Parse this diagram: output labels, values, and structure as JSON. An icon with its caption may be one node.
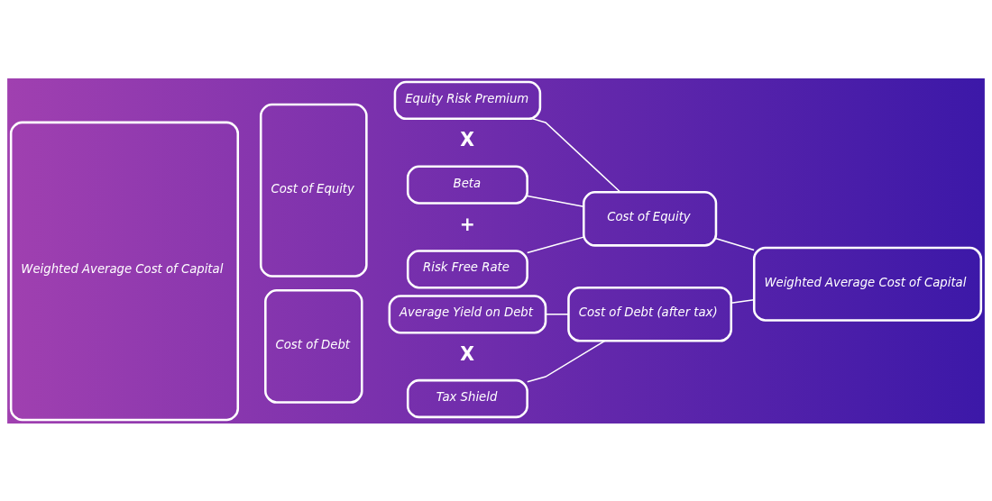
{
  "diagram": {
    "nodes": [
      {
        "text": [
          "Weighted Average Cost of Capital"
        ]
      },
      {
        "text": [
          "Cost of Equity"
        ]
      },
      {
        "text": [
          "Cost of Debt"
        ]
      },
      {
        "text": [
          "Equity Risk Premium"
        ]
      },
      {
        "text": [
          "Beta"
        ]
      },
      {
        "text": [
          "Risk Free Rate"
        ]
      },
      {
        "text": [
          "Average Yield on Debt"
        ]
      },
      {
        "text": [
          "Tax Shield"
        ]
      },
      {
        "text": [
          "Cost of Equity"
        ]
      },
      {
        "text": [
          "Cost of Debt (after tax)"
        ]
      },
      {
        "text": [
          "Weighted Average Cost of Capital"
        ]
      }
    ],
    "edges": [
      {
        "from": 3,
        "to": 8,
        "arrow": "none"
      },
      {
        "from": 4,
        "to": 8,
        "arrow": "none"
      },
      {
        "from": 5,
        "to": 8,
        "arrow": "none"
      },
      {
        "from": 6,
        "to": 9,
        "arrow": "none"
      },
      {
        "from": 7,
        "to": 9,
        "arrow": "none"
      },
      {
        "from": 8,
        "to": 10,
        "arrow": "none"
      },
      {
        "from": 9,
        "to": 10,
        "arrow": "none"
      }
    ],
    "labels": [
      "X",
      "+",
      "X"
    ]
  }
}
